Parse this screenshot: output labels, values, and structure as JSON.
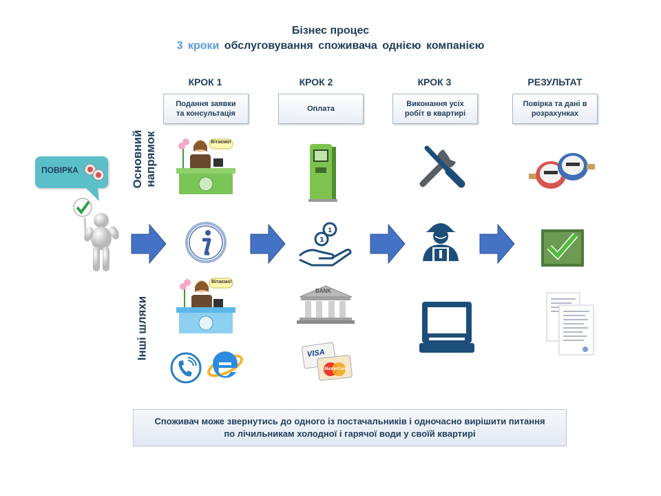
{
  "header": {
    "title": "Бізнес процес",
    "subtitle_highlight": "3 кроки",
    "subtitle_rest": "обслуговування  споживача  однією  компанією"
  },
  "steps": [
    {
      "head": "КРОК 1",
      "line1": "Подання заявки",
      "line2": "та консультація"
    },
    {
      "head": "КРОК 2",
      "line1": "Оплата",
      "line2": ""
    },
    {
      "head": "КРОК 3",
      "line1": "Виконання усіх",
      "line2": "робіт в квартирі"
    },
    {
      "head": "РЕЗУЛЬТАТ",
      "line1": "Повірка та дані в",
      "line2": "розрахунках"
    }
  ],
  "rows": {
    "main_line1": "Основний",
    "main_line2": "напрямок",
    "other": "Інші шляхи"
  },
  "bubble": {
    "label": "ПОВІРКА"
  },
  "desk_sign": "Вітаємо!",
  "bank_label": "BANK",
  "cards": {
    "visa": "VISA",
    "mastercard": "MasterCard"
  },
  "note": {
    "line1": "Споживач може звернутись до одного із постачальників і одночасно вирішити питання",
    "line2": "по лічильникам холодної і гарячої води у своїй квартирі"
  },
  "colors": {
    "title": "#1f3d5c",
    "highlight": "#5b9bd5",
    "arrow": "#4472c4",
    "accent_green": "#6dbb45",
    "dark_blue": "#1d4e79"
  }
}
